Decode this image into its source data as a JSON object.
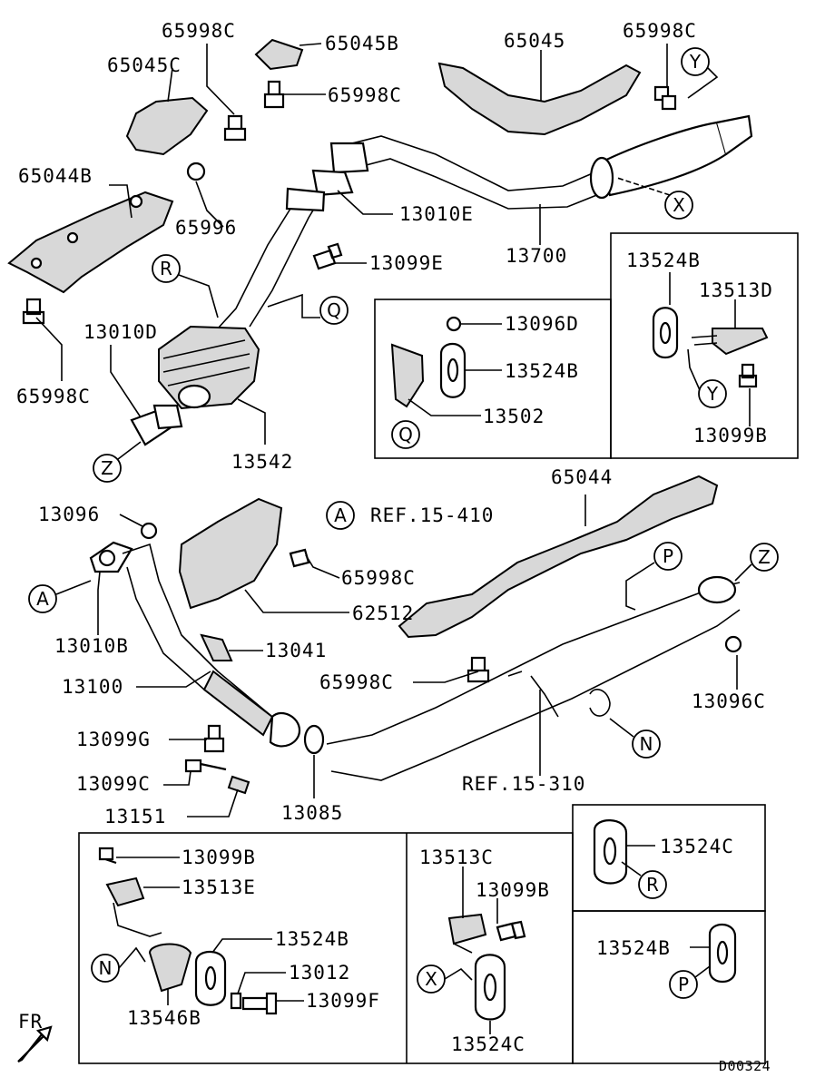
{
  "labels": {
    "p65998c_a": "65998C",
    "p65045b": "65045B",
    "p65045c": "65045C",
    "p65998c_b": "65998C",
    "p65044b": "65044B",
    "p65996": "65996",
    "p65998c_c": "65998C",
    "p13010d": "13010D",
    "p13542": "13542",
    "p65045": "65045",
    "p65998c_d": "65998C",
    "p13010e": "13010E",
    "p13099e": "13099E",
    "p13700": "13700",
    "p13096d": "13096D",
    "p13524b_a": "13524B",
    "p13502": "13502",
    "p13524b_b": "13524B",
    "p13513d": "13513D",
    "p13099b_a": "13099B",
    "p13096": "13096",
    "p13010b": "13010B",
    "ref15410": "REF.15-410",
    "p65998c_e": "65998C",
    "p62512": "62512",
    "p13041": "13041",
    "p13100": "13100",
    "p65044": "65044",
    "p65998c_f": "65998C",
    "p13096c": "13096C",
    "p13099g": "13099G",
    "p13099c": "13099C",
    "p13151": "13151",
    "p13085": "13085",
    "ref15310": "REF.15-310",
    "p13099b_b": "13099B",
    "p13513e": "13513E",
    "p13524b_c": "13524B",
    "p13012": "13012",
    "p13099f": "13099F",
    "p13546b": "13546B",
    "p13513c": "13513C",
    "p13099b_c": "13099B",
    "p13524c_a": "13524C",
    "p13524c_b": "13524C",
    "p13524b_d": "13524B",
    "fr": "FR",
    "code": "D00324"
  },
  "callouts": {
    "y1": "Y",
    "x1": "X",
    "r1": "R",
    "q1": "Q",
    "z1": "Z",
    "q2": "Q",
    "y2": "Y",
    "a1": "A",
    "a2": "A",
    "p1": "P",
    "z2": "Z",
    "n1": "N",
    "n2": "N",
    "x2": "X",
    "r2": "R",
    "p2": "P"
  }
}
